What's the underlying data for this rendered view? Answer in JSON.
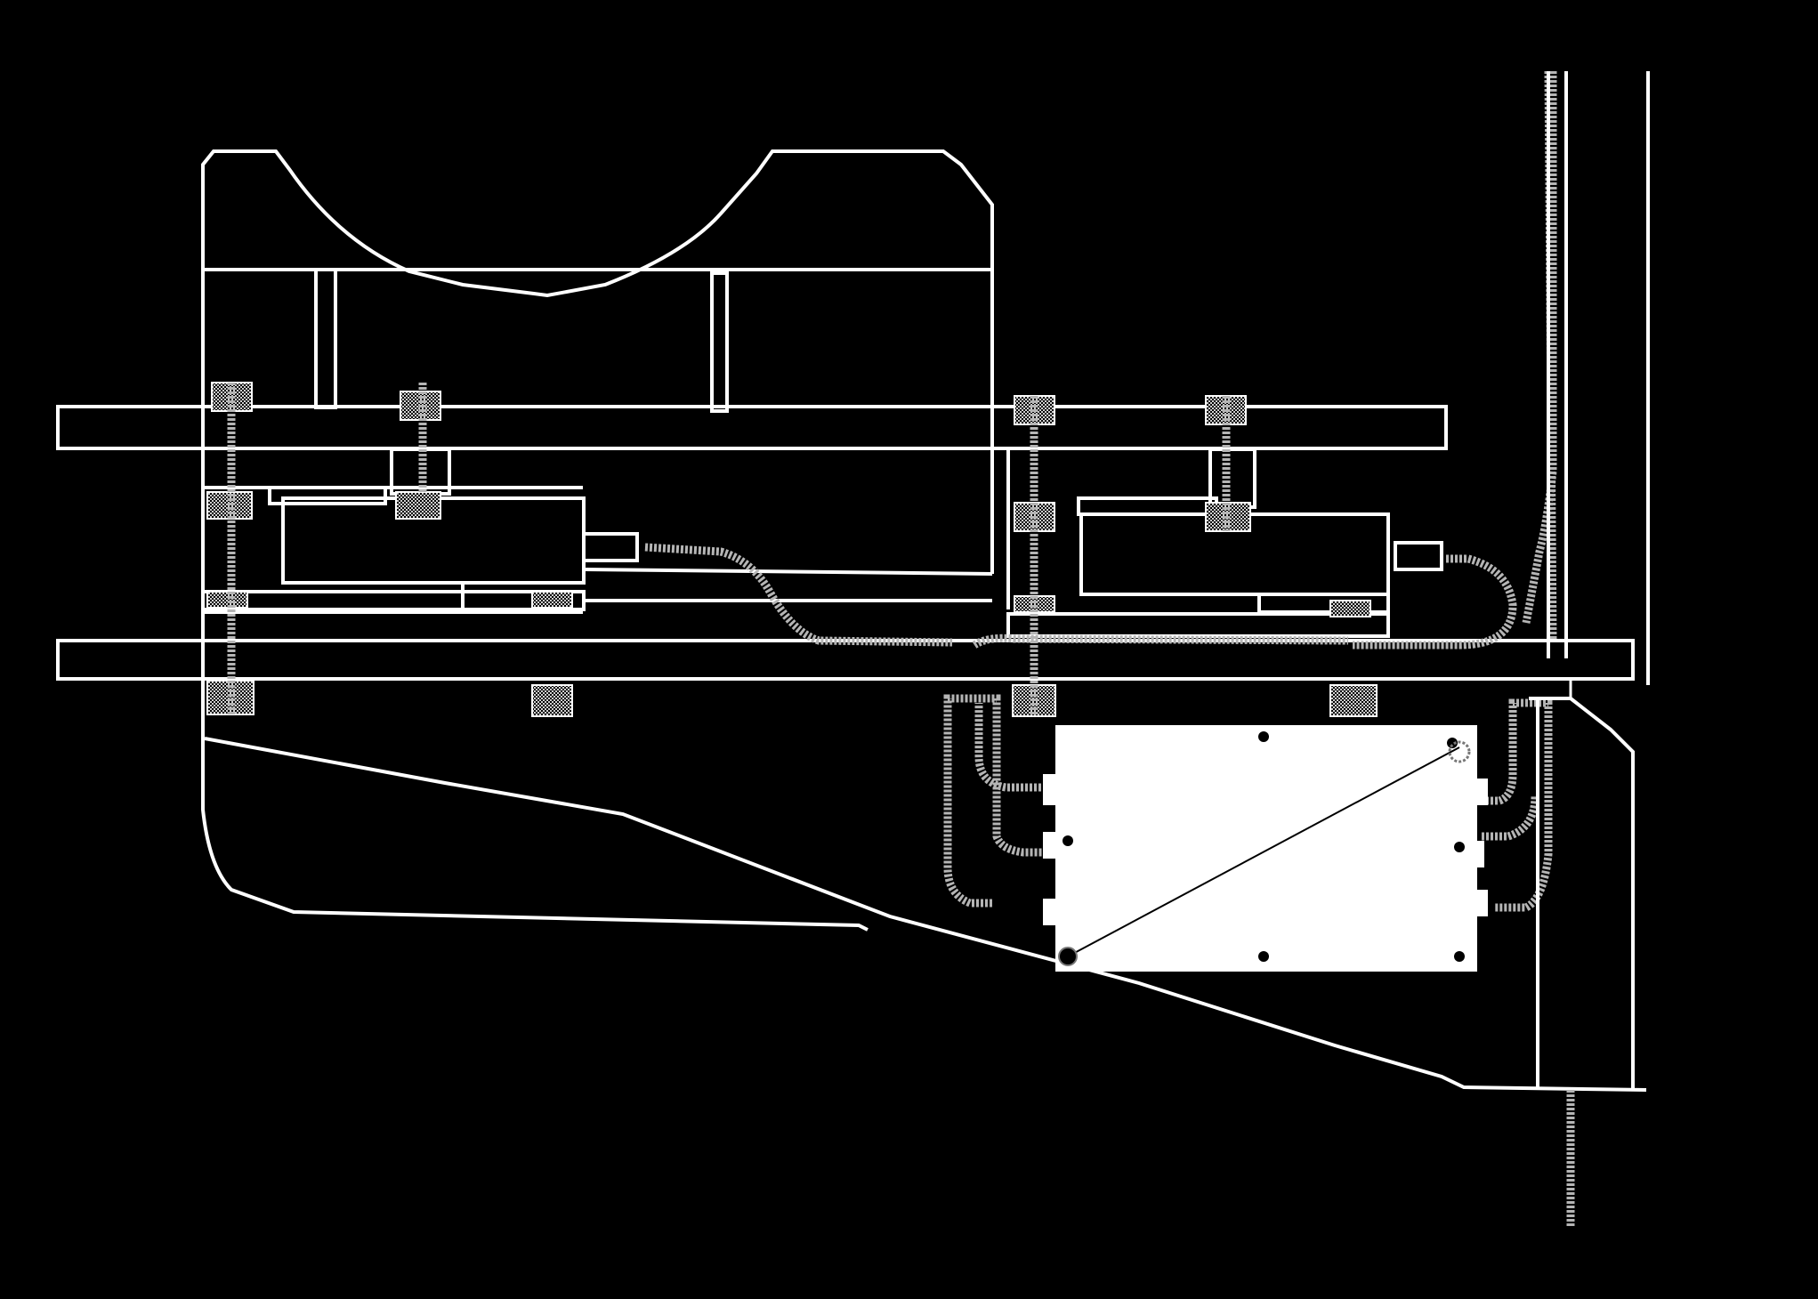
{
  "diagram": {
    "type": "mechanical-line-drawing",
    "background": "#000000",
    "line_color": "#ffffff",
    "cable_color": "#b5b5b5",
    "components": [
      "upper-frame",
      "support-plate",
      "upper-rail",
      "lower-rail",
      "left-load-cell",
      "right-load-cell",
      "anchor-bolts",
      "signal-cables",
      "junction-box",
      "wall-post",
      "tapered-base"
    ]
  }
}
